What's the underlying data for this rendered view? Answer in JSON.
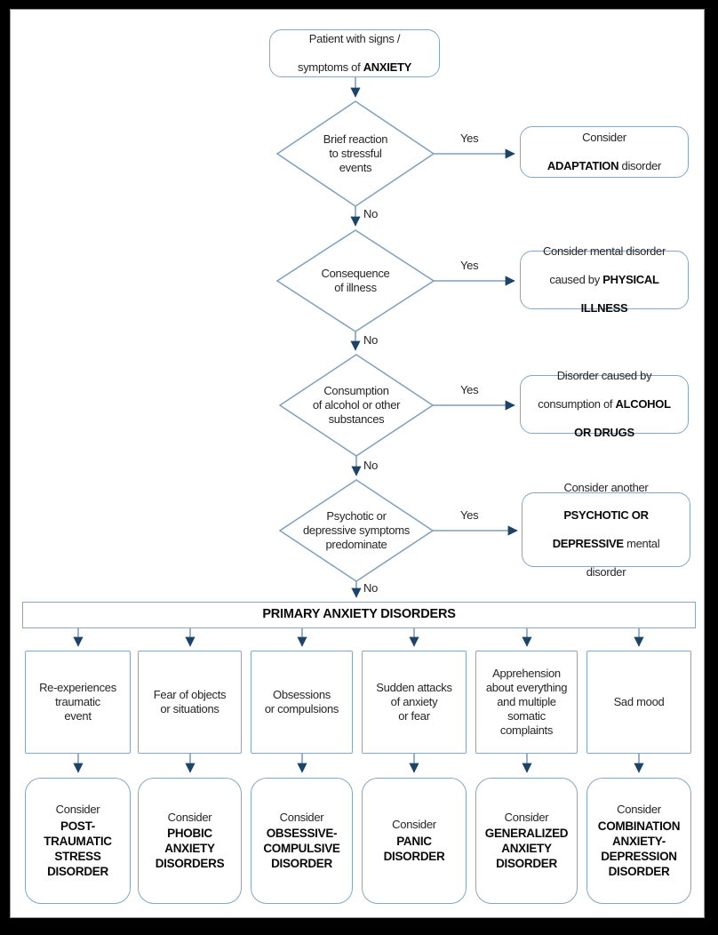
{
  "colors": {
    "line": "#7e9fbe",
    "box_border": "#85a7c4",
    "arrowhead": "#1c4468",
    "text": "#262626",
    "frame": "#000000",
    "page_bg": "#ffffff"
  },
  "flowchart": {
    "start": {
      "l1": "Patient with signs /",
      "l2": "symptoms of ",
      "l2b": "ANXIETY"
    },
    "decisions": [
      {
        "lines": [
          "Brief reaction",
          "to stressful",
          "events"
        ],
        "yes": "Yes",
        "no": "No"
      },
      {
        "lines": [
          "Consequence",
          "of illness"
        ],
        "yes": "Yes",
        "no": "No"
      },
      {
        "lines": [
          "Consumption",
          "of alcohol or other",
          "substances"
        ],
        "yes": "Yes",
        "no": "No"
      },
      {
        "lines": [
          "Psychotic or",
          "depressive symptoms",
          "predominate"
        ],
        "yes": "Yes",
        "no": "No"
      }
    ],
    "results": [
      {
        "l1": "Consider",
        "l2b": "ADAPTATION",
        "l2": " disorder"
      },
      {
        "l1": "Consider mental disorder",
        "l2": "caused by ",
        "l2b": "PHYSICAL",
        "l3b": "ILLNESS"
      },
      {
        "l1": "Disorder caused by",
        "l2": "consumption of ",
        "l2b": "ALCOHOL",
        "l3b": "OR DRUGS"
      },
      {
        "l1": "Consider another",
        "l2b": "PSYCHOTIC OR",
        "l3b": "DEPRESSIVE",
        "l3": " mental",
        "l4": "disorder"
      }
    ],
    "band_label": "PRIMARY ANXIETY DISORDERS",
    "columns": [
      {
        "symptom": [
          "Re-experiences",
          "traumatic",
          "event"
        ],
        "consider": "Consider",
        "disorder": [
          "POST-",
          "TRAUMATIC",
          "STRESS",
          "DISORDER"
        ]
      },
      {
        "symptom": [
          "Fear of objects",
          "or situations"
        ],
        "consider": "Consider",
        "disorder": [
          "PHOBIC",
          "ANXIETY",
          "DISORDERS"
        ]
      },
      {
        "symptom": [
          "Obsessions",
          "or compulsions"
        ],
        "consider": "Consider",
        "disorder": [
          "OBSESSIVE-",
          "COMPULSIVE",
          "DISORDER"
        ]
      },
      {
        "symptom": [
          "Sudden attacks",
          "of anxiety",
          "or fear"
        ],
        "consider": "Consider",
        "disorder": [
          "PANIC",
          "DISORDER"
        ]
      },
      {
        "symptom": [
          "Apprehension",
          "about everything",
          "and multiple",
          "somatic",
          "complaints"
        ],
        "consider": "Consider",
        "disorder": [
          "GENERALIZED",
          "ANXIETY",
          "DISORDER"
        ]
      },
      {
        "symptom": [
          "Sad mood"
        ],
        "consider": "Consider",
        "disorder": [
          "COMBINATION",
          "ANXIETY-",
          "DEPRESSION",
          "DISORDER"
        ]
      }
    ]
  }
}
